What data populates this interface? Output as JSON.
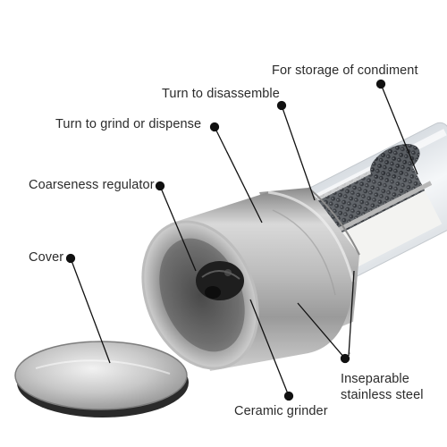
{
  "labels": {
    "storage": "For storage of condiment",
    "disassemble": "Turn to disassemble",
    "grind": "Turn to grind or dispense",
    "coarseness": "Coarseness regulator",
    "cover": "Cover",
    "steel_line1": "Inseparable",
    "steel_line2": "stainless steel",
    "ceramic": "Ceramic grinder"
  },
  "colors": {
    "steel_light": "#e6e6e6",
    "steel_mid": "#b5b5b5",
    "steel_dark": "#7c7c7c",
    "glass": "#eaeef2",
    "pepper": "#3a3e44",
    "salt": "#f4f4f2",
    "line": "#111111"
  }
}
